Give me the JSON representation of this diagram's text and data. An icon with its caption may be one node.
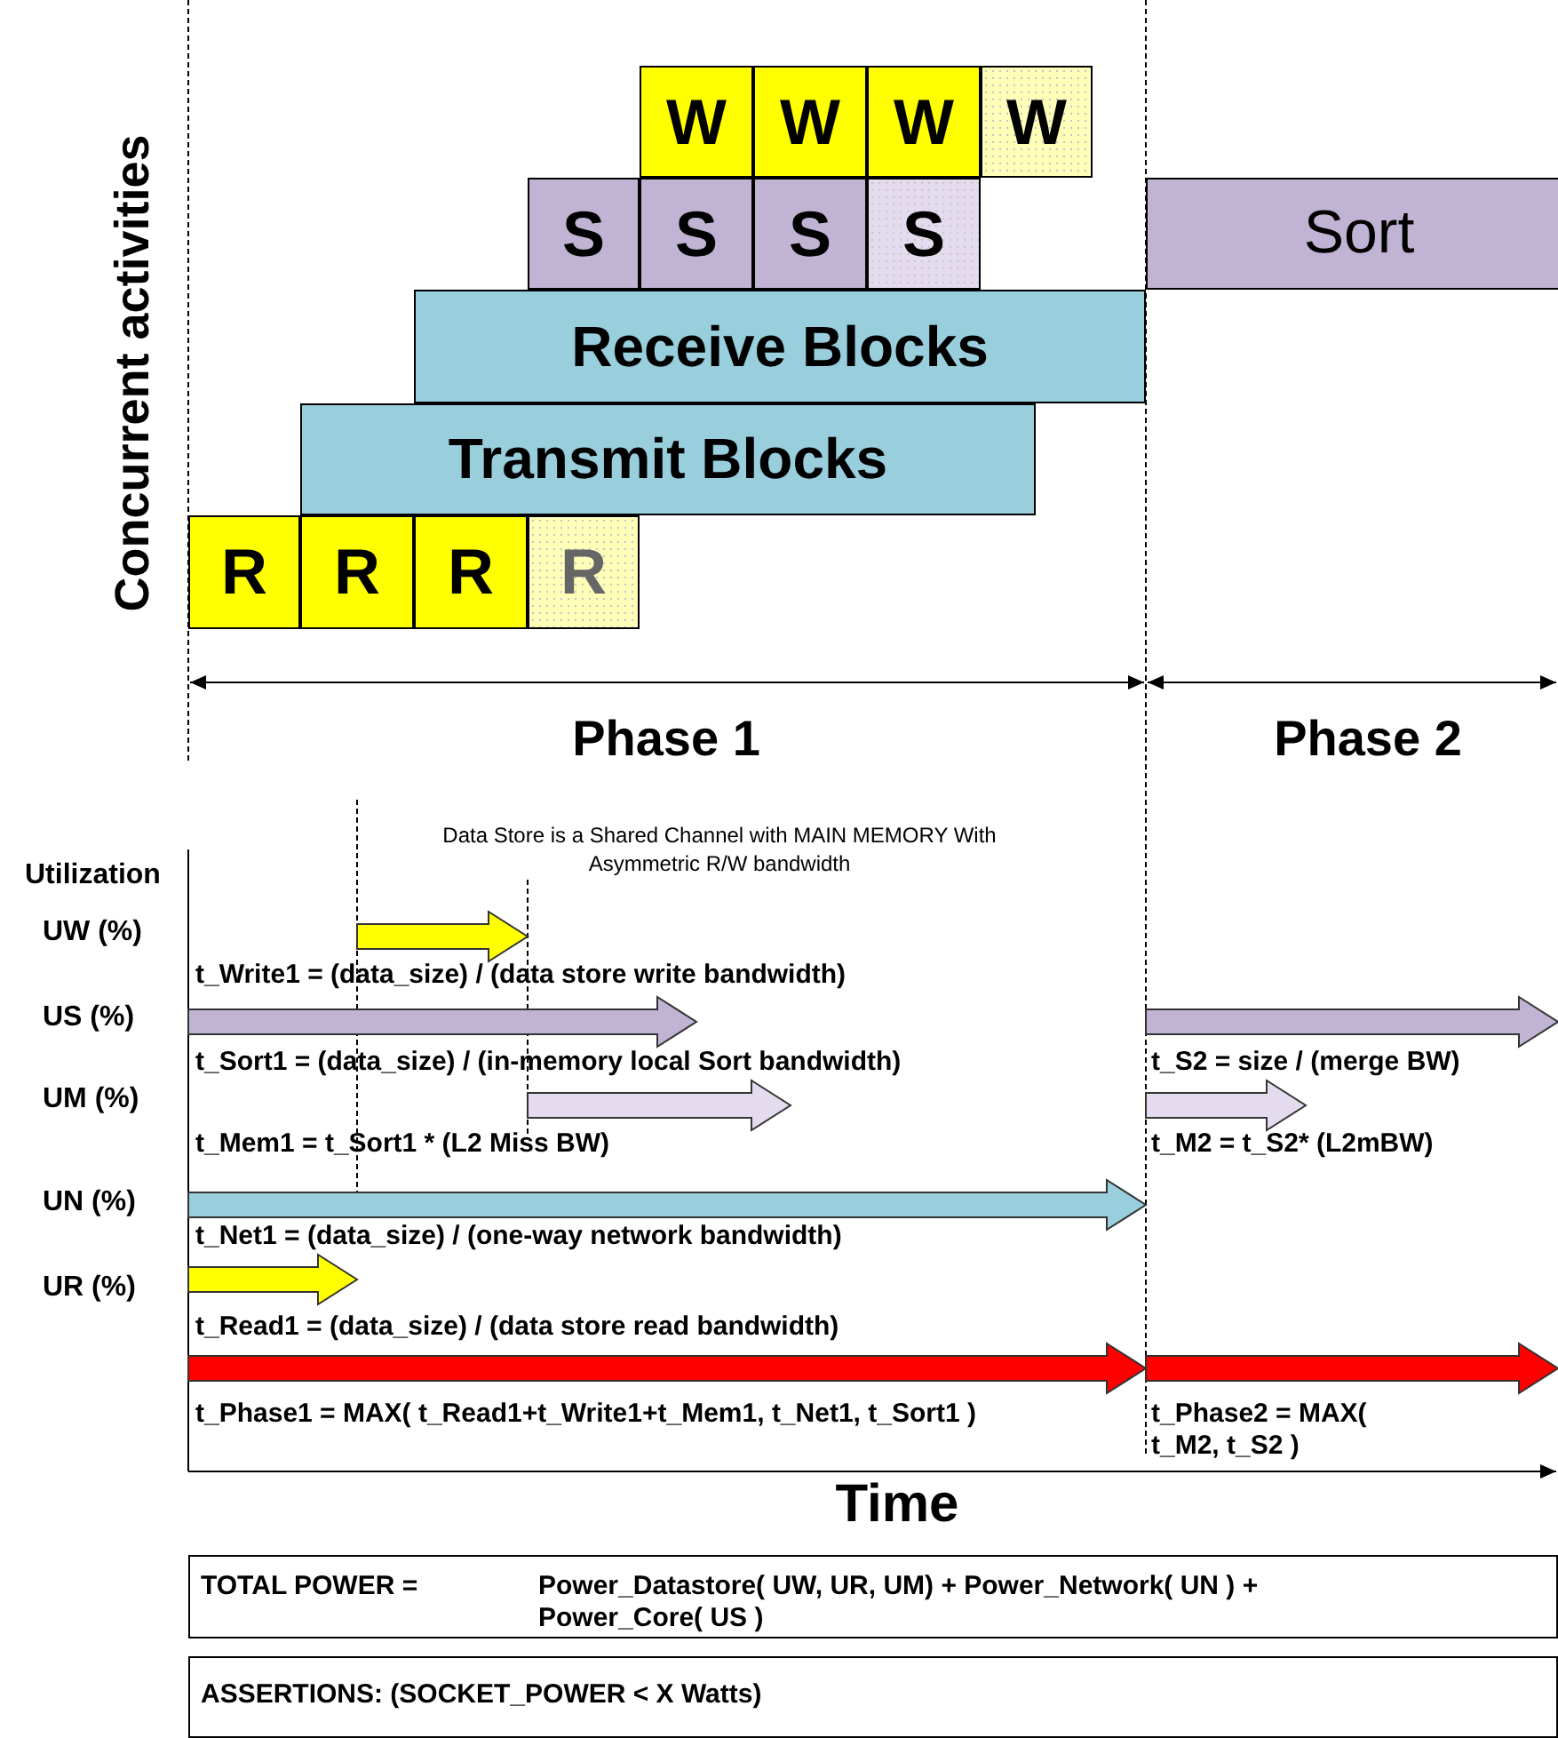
{
  "diagram": {
    "nodes": [
      {
        "text": [
          "W"
        ]
      },
      {
        "text": [
          "W"
        ]
      },
      {
        "text": [
          "W"
        ]
      },
      {
        "text": [
          "W"
        ]
      },
      {
        "text": [
          "S"
        ]
      },
      {
        "text": [
          "S"
        ]
      },
      {
        "text": [
          "S"
        ]
      },
      {
        "text": [
          "S"
        ]
      },
      {
        "text": [
          "Sort"
        ]
      },
      {
        "text": [
          "Receive Blocks"
        ]
      },
      {
        "text": [
          "Transmit Blocks"
        ]
      },
      {
        "text": [
          "R"
        ]
      },
      {
        "text": [
          "R"
        ]
      },
      {
        "text": [
          "R"
        ]
      },
      {
        "text": [
          "R"
        ]
      },
      {
        "text": [
          "TOTAL POWER =",
          "Power_Datastore( UW, UR, UM) + Power_Network( UN ) + Power_Core( US )"
        ]
      },
      {
        "text": [
          "ASSERTIONS: (SOCKET_POWER < X Watts)"
        ]
      }
    ],
    "edges": [],
    "labels": [
      "Concurrent activities",
      "Phase 1",
      "Phase 2",
      "Data Store is a Shared Channel with MAIN MEMORY With Asymmetric R/W bandwidth",
      "Utilization",
      "UW (%)",
      "t_Write1 = (data_size) / (data store write bandwidth)",
      "US (%)",
      "t_Sort1 = (data_size) / (in-memory local Sort bandwidth)",
      "t_S2 = size / (merge BW)",
      "UM (%)",
      "t_Mem1 = t_Sort1 * (L2 Miss BW)",
      "t_M2 = t_S2* (L2mBW)",
      "UN (%)",
      "t_Net1 = (data_size) / (one-way network bandwidth)",
      "UR (%)",
      "t_Read1 = (data_size) / (data store read bandwidth)",
      "t_Phase1 = MAX( t_Read1+t_Write1+t_Mem1, t_Net1, t_Sort1 )",
      "t_Phase2 = MAX( t_M2, t_S2 )",
      "Time"
    ]
  }
}
